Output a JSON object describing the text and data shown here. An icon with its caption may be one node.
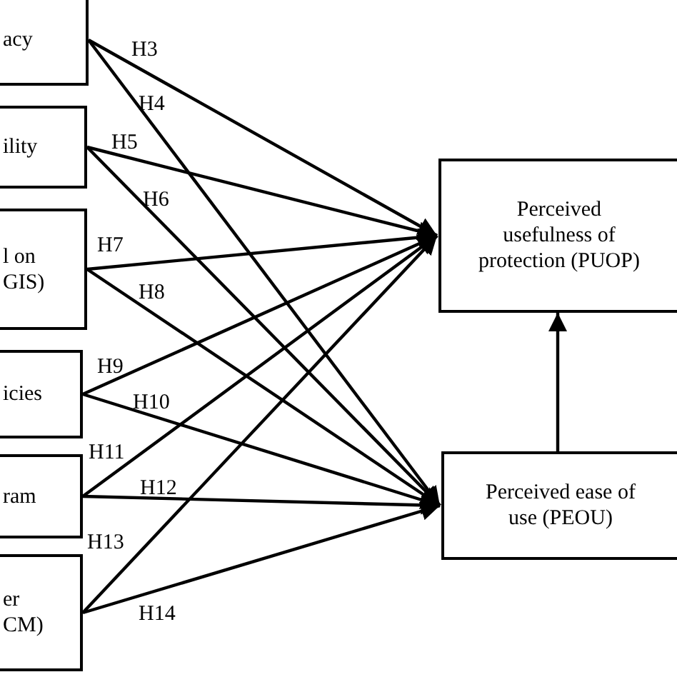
{
  "diagram": {
    "nodes": [
      {
        "text": [
          "acy"
        ]
      },
      {
        "text": [
          "ility"
        ]
      },
      {
        "text": [
          "l on GIS)"
        ]
      },
      {
        "text": [
          "icies"
        ]
      },
      {
        "text": [
          "ram"
        ]
      },
      {
        "text": [
          "er CM)"
        ]
      },
      {
        "text": [
          "Perceived usefulness of protection (PUOP)"
        ]
      },
      {
        "text": [
          "Perceived ease of use (PEOU)"
        ]
      }
    ],
    "edges": [
      {
        "from": 0,
        "to": 6,
        "arrow": "to",
        "label": "H3"
      },
      {
        "from": 0,
        "to": 7,
        "arrow": "to",
        "label": "H4"
      },
      {
        "from": 1,
        "to": 6,
        "arrow": "to",
        "label": "H5"
      },
      {
        "from": 1,
        "to": 7,
        "arrow": "to",
        "label": "H6"
      },
      {
        "from": 2,
        "to": 6,
        "arrow": "to",
        "label": "H7"
      },
      {
        "from": 2,
        "to": 7,
        "arrow": "to",
        "label": "H8"
      },
      {
        "from": 3,
        "to": 6,
        "arrow": "to",
        "label": "H9"
      },
      {
        "from": 3,
        "to": 7,
        "arrow": "to",
        "label": "H10"
      },
      {
        "from": 4,
        "to": 6,
        "arrow": "to",
        "label": "H11"
      },
      {
        "from": 4,
        "to": 7,
        "arrow": "to",
        "label": "H12"
      },
      {
        "from": 5,
        "to": 6,
        "arrow": "to",
        "label": "H13"
      },
      {
        "from": 5,
        "to": 7,
        "arrow": "to",
        "label": "H14"
      },
      {
        "from": 7,
        "to": 6,
        "arrow": "to"
      }
    ]
  }
}
